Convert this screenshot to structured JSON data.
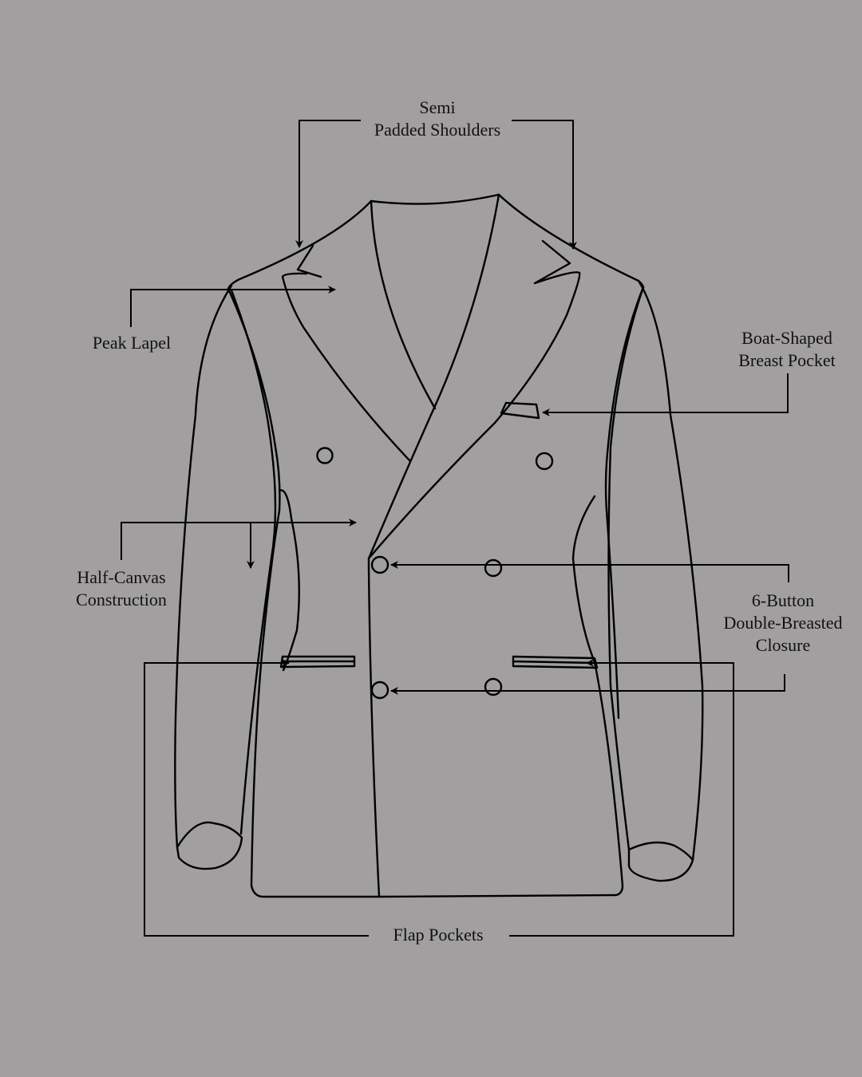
{
  "diagram": {
    "subject": "Double-breasted jacket technical flat",
    "background_color": "#a19fa0",
    "line_color": "#000000",
    "text_color": "#111111"
  },
  "labels": {
    "shoulders": {
      "line1": "Semi",
      "line2": "Padded Shoulders"
    },
    "peak_lapel": {
      "line1": "Peak Lapel"
    },
    "breast_pocket": {
      "line1": "Boat-Shaped",
      "line2": "Breast Pocket"
    },
    "half_canvas": {
      "line1": "Half-Canvas",
      "line2": "Construction"
    },
    "closure": {
      "line1": "6-Button",
      "line2": "Double-Breasted",
      "line3": "Closure"
    },
    "flap_pockets": {
      "line1": "Flap Pockets"
    }
  }
}
